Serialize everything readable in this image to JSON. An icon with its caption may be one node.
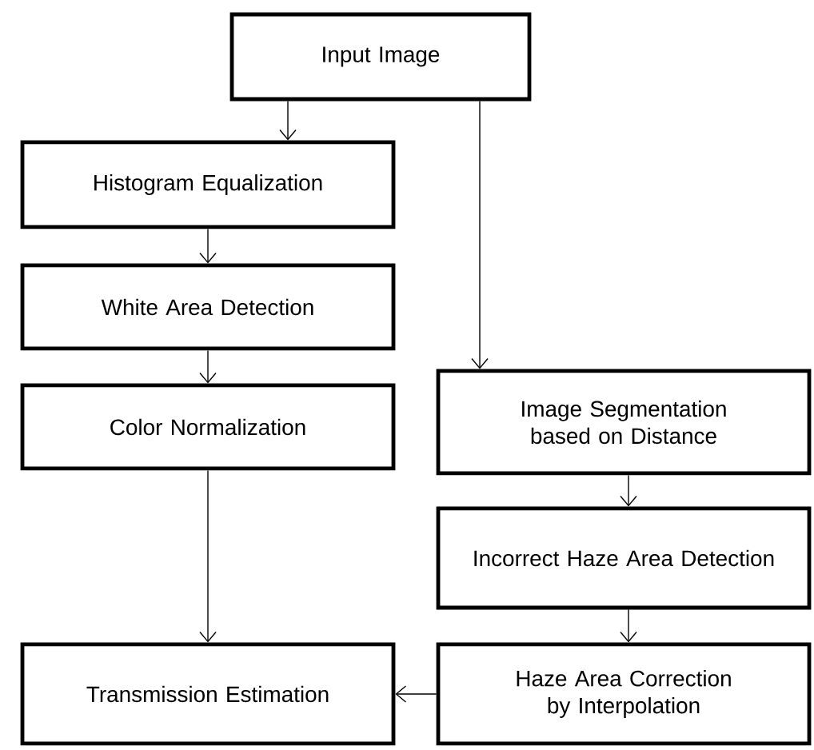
{
  "diagram": {
    "nodes": [
      {
        "text": [
          "Input Image"
        ]
      },
      {
        "text": [
          "Histogram Equalization"
        ]
      },
      {
        "text": [
          "White Area Detection"
        ]
      },
      {
        "text": [
          "Color Normalization"
        ]
      },
      {
        "text": [
          "Image Segmentation based on Distance"
        ]
      },
      {
        "text": [
          "Incorrect Haze Area Detection"
        ]
      },
      {
        "text": [
          "Haze Area Correction by Interpolation"
        ]
      },
      {
        "text": [
          "Transmission Estimation"
        ]
      }
    ],
    "edges": [
      {
        "from": 0,
        "to": 1,
        "arrow": "to"
      },
      {
        "from": 0,
        "to": 4,
        "arrow": "to"
      },
      {
        "from": 1,
        "to": 2,
        "arrow": "to"
      },
      {
        "from": 2,
        "to": 3,
        "arrow": "to"
      },
      {
        "from": 3,
        "to": 7,
        "arrow": "to"
      },
      {
        "from": 4,
        "to": 5,
        "arrow": "to"
      },
      {
        "from": 5,
        "to": 6,
        "arrow": "to"
      },
      {
        "from": 6,
        "to": 7,
        "arrow": "to"
      }
    ]
  }
}
